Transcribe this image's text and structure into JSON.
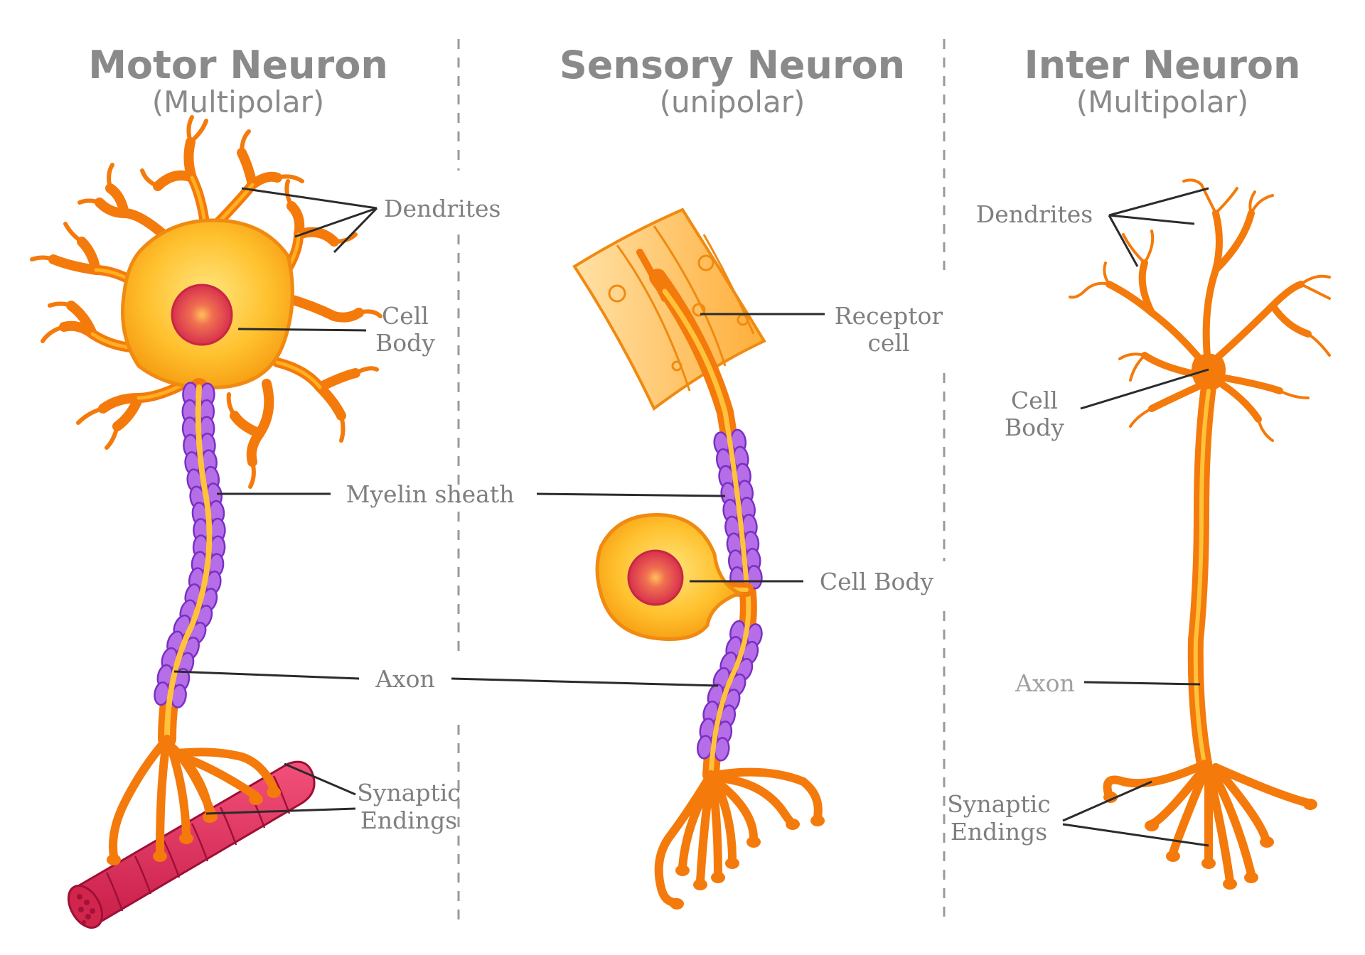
{
  "columns": [
    {
      "title": "Motor Neuron",
      "subtitle": "(Multipolar)"
    },
    {
      "title": "Sensory Neuron",
      "subtitle": "(unipolar)"
    },
    {
      "title": "Inter Neuron",
      "subtitle": "(Multipolar)"
    }
  ],
  "labels": {
    "motor_dendrites": "Dendrites",
    "motor_cell_body_1": "Cell",
    "motor_cell_body_2": "Body",
    "myelin_sheath": "Myelin sheath",
    "axon_shared": "Axon",
    "motor_synaptic_1": "Synaptic",
    "motor_synaptic_2": "Endings",
    "receptor_1": "Receptor",
    "receptor_2": "cell",
    "sensory_cell_body": "Cell Body",
    "inter_dendrites": "Dendrites",
    "inter_cell_body_1": "Cell",
    "inter_cell_body_2": "Body",
    "inter_axon": "Axon",
    "inter_synaptic_1": "Synaptic",
    "inter_synaptic_2": "Endings"
  },
  "colors": {
    "neuron_orange": "#f47a0b",
    "neuron_yellow": "#ffc23a",
    "nucleus": "#e04058",
    "myelin": "#b56ee8",
    "muscle": "#e0305a",
    "text_gray": "#8a8a8a"
  }
}
